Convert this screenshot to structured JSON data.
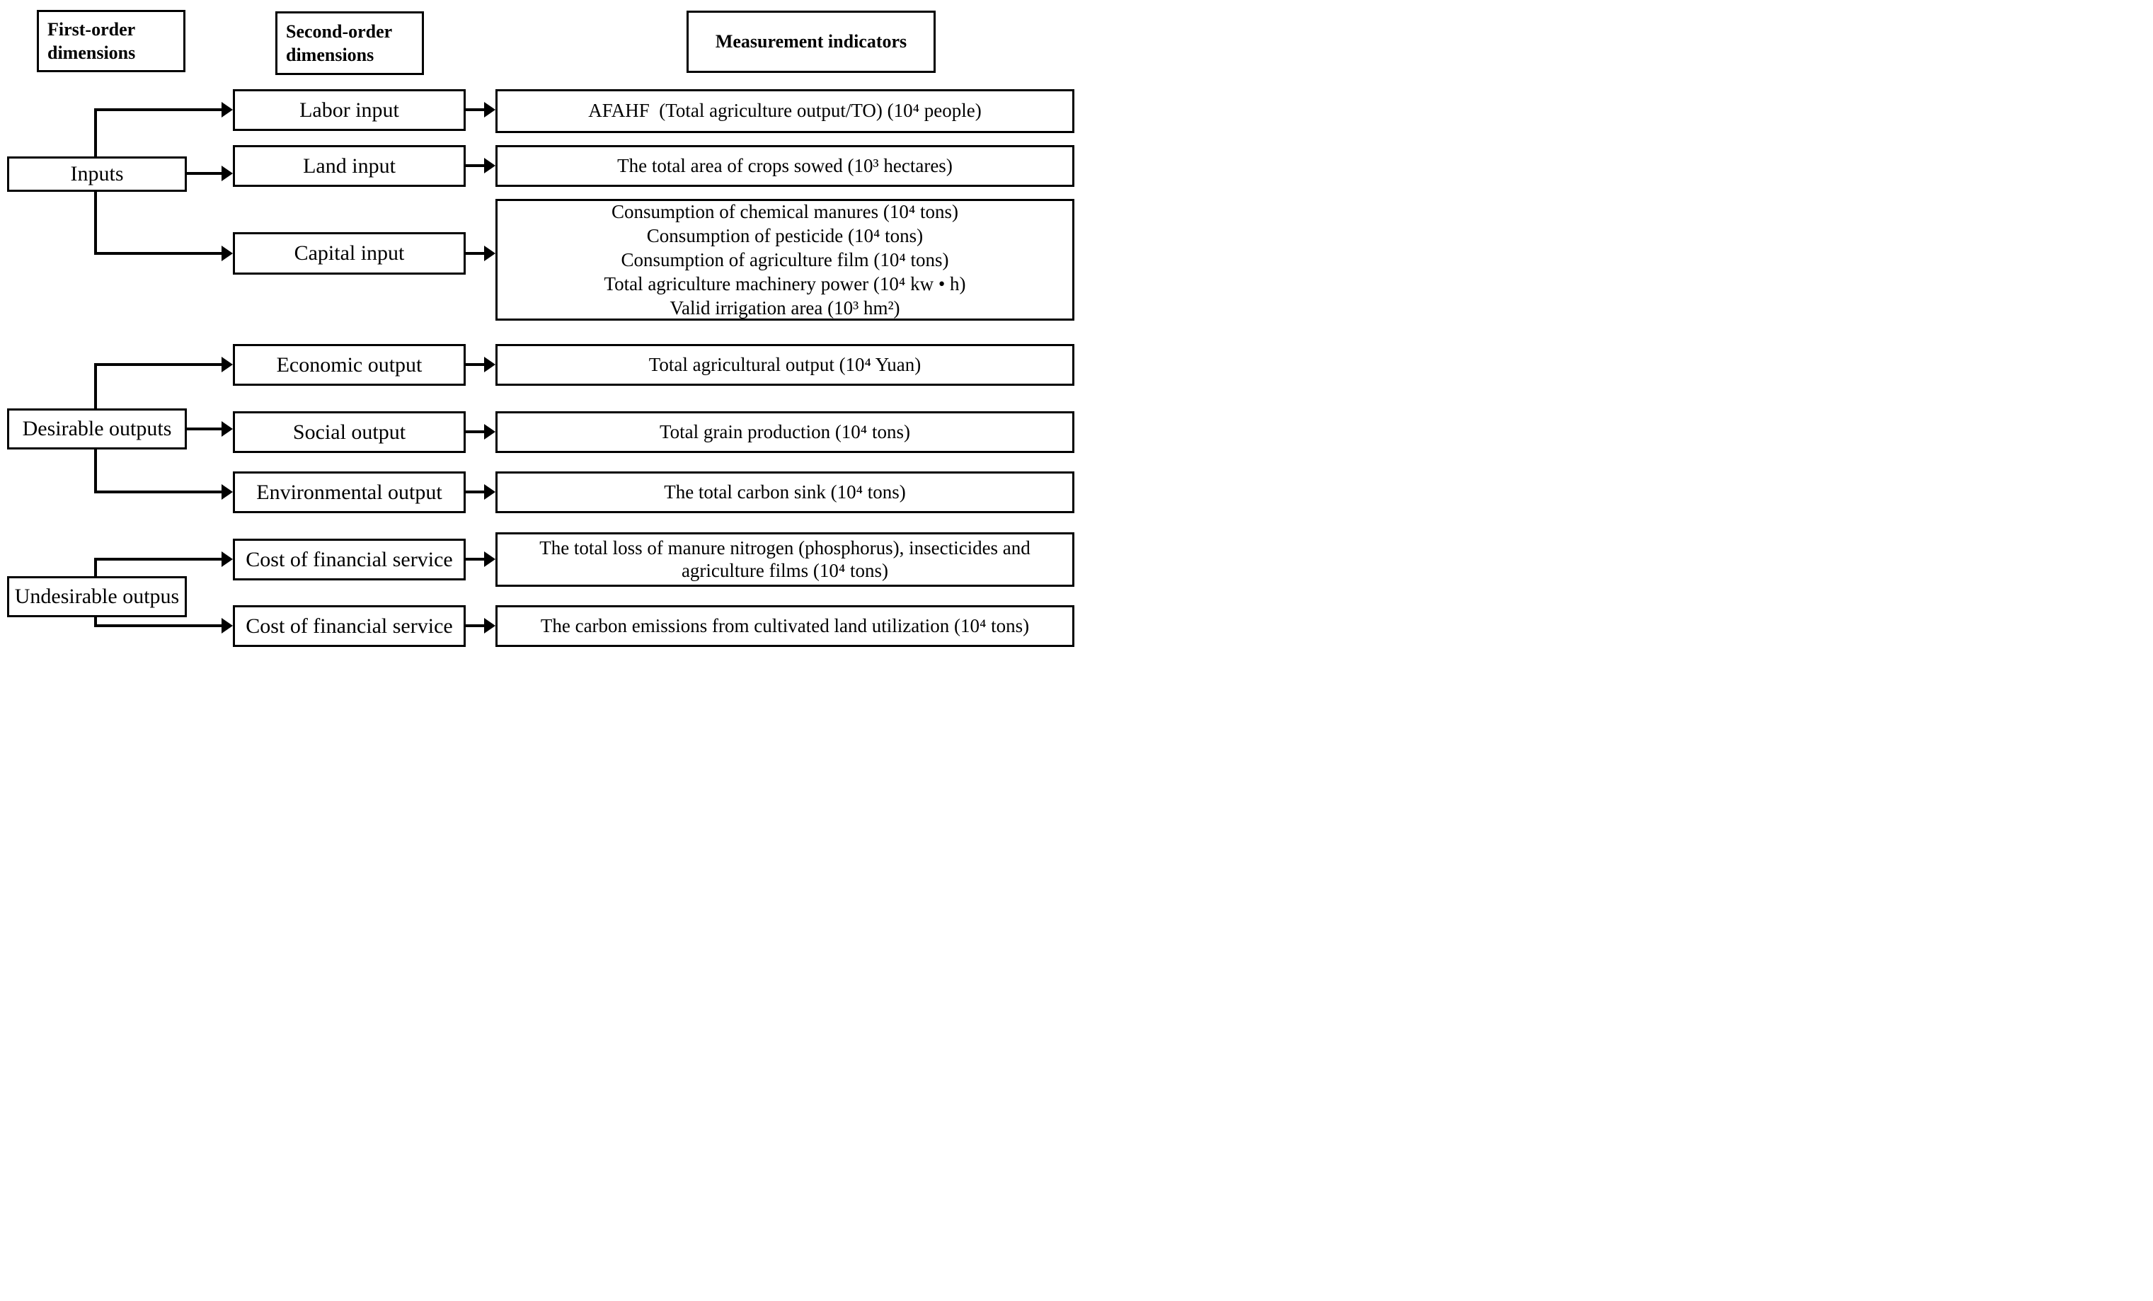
{
  "headers": {
    "first_order": "First-order dimensions",
    "second_order": "Second-order dimensions",
    "measurement": "Measurement indicators"
  },
  "first_order": {
    "inputs": "Inputs",
    "desirable": "Desirable outputs",
    "undesirable": "Undesirable outpus"
  },
  "second_order": {
    "labor": "Labor input",
    "land": "Land input",
    "capital": "Capital input",
    "economic": "Economic output",
    "social": "Social output",
    "environmental": "Environmental output",
    "cost1": "Cost of financial service",
    "cost2": "Cost of financial service"
  },
  "indicators": {
    "labor": "AFAHF (Total agriculture output/TO) (10⁴ people)",
    "land": "The total area of crops sowed (10³ hectares)",
    "capital_lines": [
      "Consumption of chemical manures (10⁴ tons)",
      "Consumption of pesticide (10⁴ tons)",
      "Consumption of agriculture film (10⁴ tons)",
      "Total agriculture machinery power (10⁴ kw •  h)",
      "Valid irrigation area (10³ hm²)"
    ],
    "economic": "Total agricultural output (10⁴ Yuan)",
    "social": "Total grain production (10⁴ tons)",
    "environmental": "The total carbon sink (10⁴ tons)",
    "cost1": "The total loss of manure nitrogen (phosphorus), insecticides and agriculture films (10⁴ tons)",
    "cost2": "The carbon emissions from cultivated land utilization (10⁴ tons)"
  },
  "colors": {
    "line": "#000000",
    "background": "#ffffff"
  }
}
